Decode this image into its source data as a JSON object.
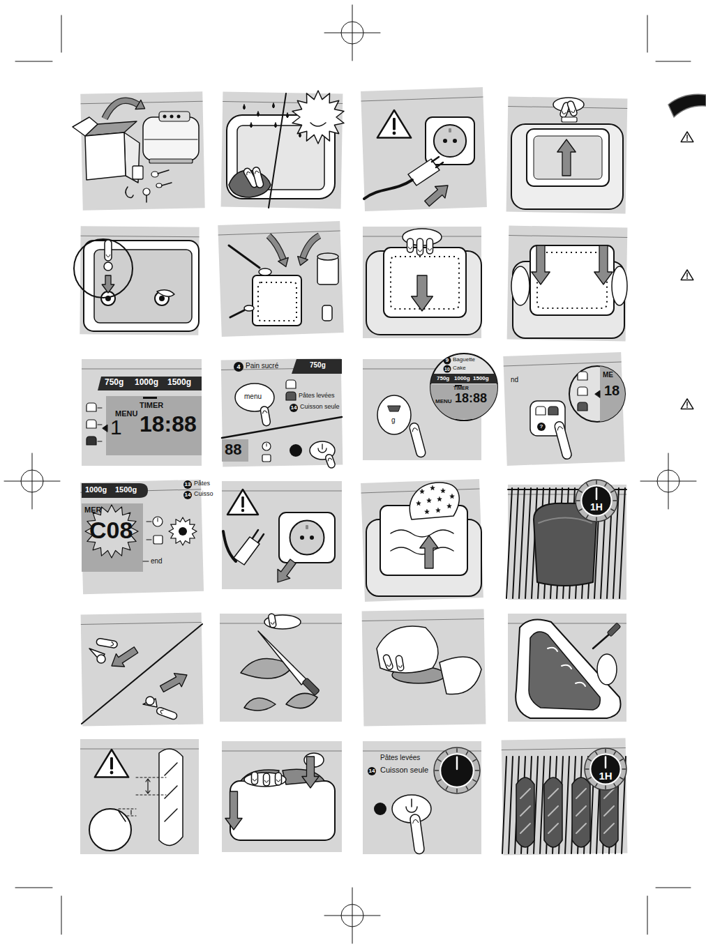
{
  "diagram": {
    "labels": [
      "750g",
      "1000g",
      "1500g",
      "MENU",
      "TIMER",
      "1",
      "18:88",
      "4",
      "Pain sucré",
      "750g",
      "menu",
      "Pâtes levées",
      "14",
      "Cuisson seule",
      "88",
      "9",
      "Baguette",
      "10",
      "Cake",
      "750g",
      "1000g",
      "1500g",
      "TIMER",
      "MENU",
      "18:88",
      "g",
      "nd",
      "ME",
      "18",
      "?",
      "1000g",
      "1500g",
      "13",
      "Pâtes",
      "14",
      "Cuisso",
      "MER",
      "C08",
      "end",
      "1H",
      "Pâtes levées",
      "14",
      "Cuisson seule",
      "1H"
    ]
  }
}
